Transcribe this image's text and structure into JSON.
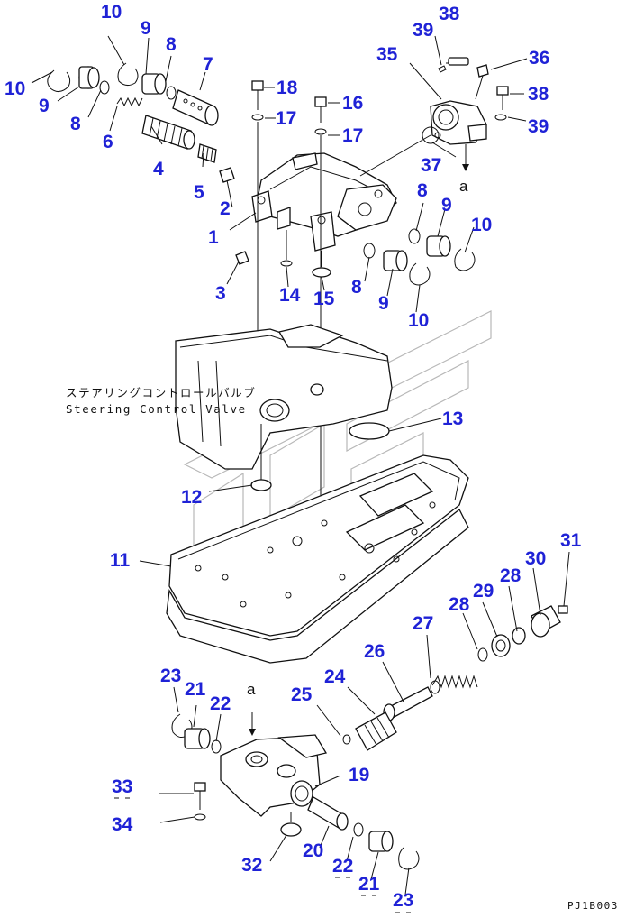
{
  "diagram": {
    "caption_jp": "ステアリングコントロールバルブ",
    "caption_en": "Steering Control Valve",
    "figure_code": "PJ1B003",
    "arrow_ref_top": "a",
    "arrow_ref_bottom": "a"
  },
  "callouts": [
    {
      "id": "c10a",
      "label": "10"
    },
    {
      "id": "c10b",
      "label": "10"
    },
    {
      "id": "c9a",
      "label": "9"
    },
    {
      "id": "c8a",
      "label": "8"
    },
    {
      "id": "c9b",
      "label": "9"
    },
    {
      "id": "c7",
      "label": "7"
    },
    {
      "id": "c8b",
      "label": "8"
    },
    {
      "id": "c6",
      "label": "6"
    },
    {
      "id": "c4",
      "label": "4"
    },
    {
      "id": "c5",
      "label": "5"
    },
    {
      "id": "c2",
      "label": "2"
    },
    {
      "id": "c1",
      "label": "1"
    },
    {
      "id": "c3",
      "label": "3"
    },
    {
      "id": "c18",
      "label": "18"
    },
    {
      "id": "c17a",
      "label": "17"
    },
    {
      "id": "c16",
      "label": "16"
    },
    {
      "id": "c17b",
      "label": "17"
    },
    {
      "id": "c14",
      "label": "14"
    },
    {
      "id": "c15",
      "label": "15"
    },
    {
      "id": "c35",
      "label": "35"
    },
    {
      "id": "c39a",
      "label": "39"
    },
    {
      "id": "c38a",
      "label": "38"
    },
    {
      "id": "c36",
      "label": "36"
    },
    {
      "id": "c38b",
      "label": "38"
    },
    {
      "id": "c39b",
      "label": "39"
    },
    {
      "id": "c37",
      "label": "37"
    },
    {
      "id": "c8c",
      "label": "8"
    },
    {
      "id": "c9c",
      "label": "9"
    },
    {
      "id": "c10c",
      "label": "10"
    },
    {
      "id": "c8d",
      "label": "8"
    },
    {
      "id": "c9d",
      "label": "9"
    },
    {
      "id": "c10d",
      "label": "10"
    },
    {
      "id": "c13",
      "label": "13"
    },
    {
      "id": "c12",
      "label": "12"
    },
    {
      "id": "c11",
      "label": "11"
    },
    {
      "id": "c31",
      "label": "31"
    },
    {
      "id": "c30",
      "label": "30"
    },
    {
      "id": "c28a",
      "label": "28"
    },
    {
      "id": "c29",
      "label": "29"
    },
    {
      "id": "c28b",
      "label": "28"
    },
    {
      "id": "c27",
      "label": "27"
    },
    {
      "id": "c26",
      "label": "26"
    },
    {
      "id": "c24",
      "label": "24"
    },
    {
      "id": "c25",
      "label": "25"
    },
    {
      "id": "c23a",
      "label": "23"
    },
    {
      "id": "c21a",
      "label": "21"
    },
    {
      "id": "c22a",
      "label": "22"
    },
    {
      "id": "c19",
      "label": "19"
    },
    {
      "id": "c33",
      "label": "33"
    },
    {
      "id": "c34",
      "label": "34"
    },
    {
      "id": "c32",
      "label": "32"
    },
    {
      "id": "c20",
      "label": "20"
    },
    {
      "id": "c22b",
      "label": "22"
    },
    {
      "id": "c21b",
      "label": "21"
    },
    {
      "id": "c23b",
      "label": "23"
    }
  ]
}
